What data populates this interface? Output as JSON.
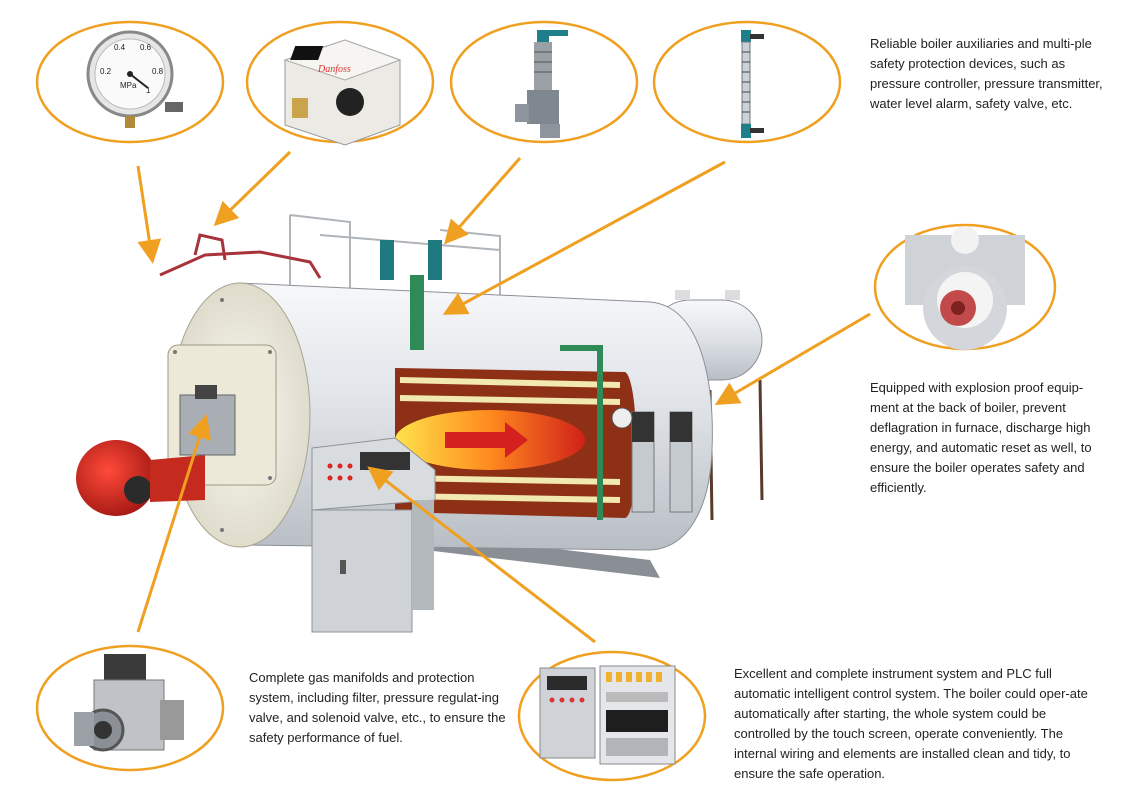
{
  "captions": {
    "safety": "Reliable boiler auxiliaries and multi-ple safety protection devices, such as pressure controller, pressure transmitter, water level alarm, safety valve, etc.",
    "explosion": "Equipped with explosion proof equip-ment at the back of boiler, prevent deflagration in furnace, discharge high energy, and automatic reset as well, to ensure the boiler operates safety and efficiently.",
    "gas": "Complete gas manifolds and protection system, including filter, pressure regulat-ing valve, and solenoid valve, etc., to ensure the safety performance of fuel.",
    "plc": "Excellent and complete instrument system and PLC full automatic intelligent control system. The boiler could oper-ate automatically after starting, the whole system could be controlled by the touch screen, operate conveniently. The internal wiring and elements are installed clean and tidy, to ensure the safe operation."
  },
  "gauge": {
    "ticks": [
      "0.4",
      "0.6",
      "0.2",
      "0.8",
      "1",
      "MPa"
    ]
  },
  "colors": {
    "callout_orange": "#f0a020",
    "boiler_white": "#e9ecef",
    "burner_red": "#c8201a",
    "pipe_green": "#2e8b57"
  }
}
